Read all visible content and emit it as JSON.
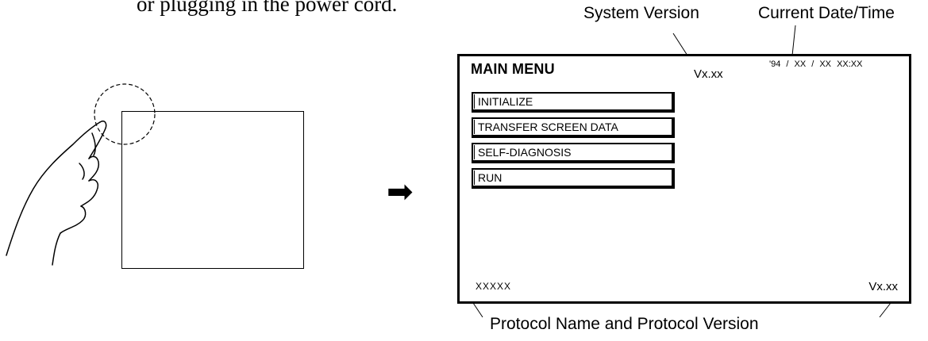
{
  "intro_text": "or plugging in the power cord.",
  "callouts": {
    "system_version": "System Version",
    "current_datetime": "Current Date/Time",
    "protocol": "Protocol Name and Protocol Version"
  },
  "arrow_glyph": "➡",
  "screen": {
    "title": "MAIN MENU",
    "system_version": "Vx.xx",
    "datetime": "'94 / XX / XX   XX:XX",
    "menu_items": [
      {
        "label": "INITIALIZE"
      },
      {
        "label": "TRANSFER SCREEN DATA"
      },
      {
        "label": "SELF-DIAGNOSIS"
      },
      {
        "label": "RUN"
      }
    ],
    "protocol_name": "XXXXX",
    "protocol_version": "Vx.xx"
  }
}
